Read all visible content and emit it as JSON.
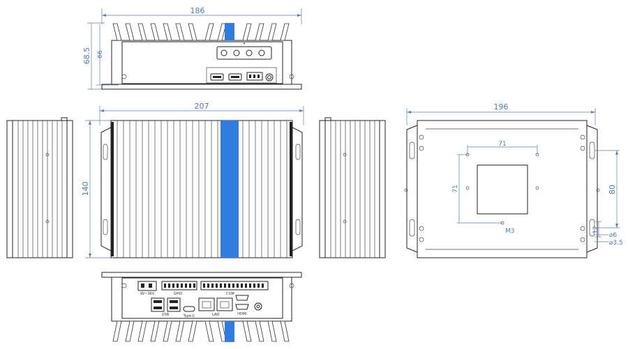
{
  "colors": {
    "accent_blue": "#2f7de1",
    "dimension_blue": "#4d79b5",
    "line": "#222222"
  },
  "views": {
    "top_view": {
      "width_dimension": "186",
      "overall_height_dimension": "68.5",
      "body_height_dimension": "66"
    },
    "front_view": {
      "width_dimension": "207",
      "height_dimension": "140"
    },
    "bottom_view": {
      "width_dimension": "196",
      "hole_spacing_horizontal": "71",
      "hole_spacing_vertical": "71",
      "screw_label": "M3",
      "slot_spacing": "80",
      "slot_offset": "12",
      "slot_dia_large": "⌀6",
      "slot_dia_small": "⌀3.5"
    },
    "io_view": {
      "power_label": "9V~36V",
      "usb_label": "USB",
      "typec_label": "Type-C",
      "lan_label": "LAN",
      "hdmi_label": "HDMI",
      "gpio_label": "GPIO",
      "com_label": "COM"
    }
  }
}
